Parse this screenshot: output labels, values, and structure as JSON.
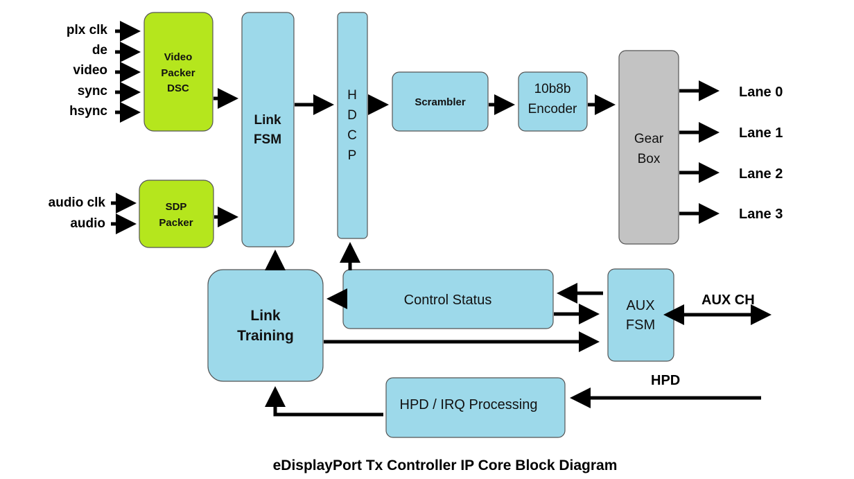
{
  "title": "eDisplayPort Tx Controller IP Core Block Diagram",
  "colors": {
    "block_blue": "#9dd9ea",
    "block_green": "#b5e61d",
    "block_gray": "#c3c3c3",
    "arrow": "#000000"
  },
  "inputs": {
    "video": [
      "plx clk",
      "de",
      "video",
      "sync",
      "hsync"
    ],
    "audio": [
      "audio clk",
      "audio"
    ]
  },
  "blocks": {
    "video_packer": [
      "Video",
      "Packer",
      "DSC"
    ],
    "sdp_packer": [
      "SDP",
      "Packer"
    ],
    "link_fsm": [
      "Link",
      "FSM"
    ],
    "hdcp": [
      "H",
      "D",
      "C",
      "P"
    ],
    "scrambler": "Scrambler",
    "encoder": [
      "10b8b",
      "Encoder"
    ],
    "gearbox": [
      "Gear",
      "Box"
    ],
    "control_status": "Control Status",
    "link_training": [
      "Link",
      "Training"
    ],
    "aux_fsm": [
      "AUX",
      "FSM"
    ],
    "hpd_irq": "HPD / IRQ Processing"
  },
  "outputs": {
    "lanes": [
      "Lane 0",
      "Lane 1",
      "Lane 2",
      "Lane 3"
    ],
    "aux_ch": "AUX CH",
    "hpd": "HPD"
  }
}
